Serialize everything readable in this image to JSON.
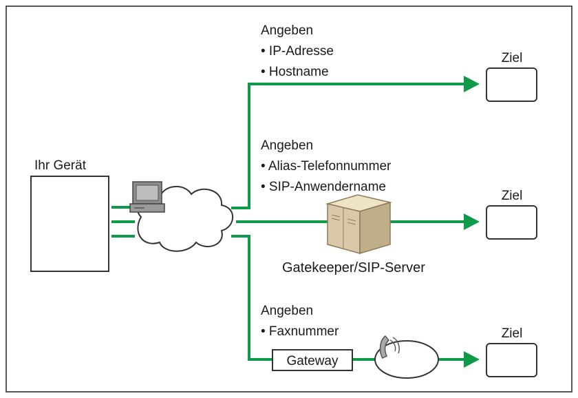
{
  "device": {
    "label": "Ihr Gerät"
  },
  "routes": {
    "ip": {
      "heading": "Angeben",
      "items": [
        "• IP-Adresse",
        "• Hostname"
      ]
    },
    "alias": {
      "heading": "Angeben",
      "items": [
        "• Alias-Telefonnummer",
        "• SIP-Anwendername"
      ]
    },
    "fax": {
      "heading": "Angeben",
      "items": [
        "• Faxnummer"
      ]
    }
  },
  "server": {
    "label": "Gatekeeper/SIP-Server"
  },
  "gateway": {
    "label": "Gateway"
  },
  "destinations": [
    "Ziel",
    "Ziel",
    "Ziel"
  ],
  "colors": {
    "line": "#0f9a4a",
    "border": "#333333",
    "server_front": "#d9c9a8",
    "server_side": "#bfae88"
  }
}
